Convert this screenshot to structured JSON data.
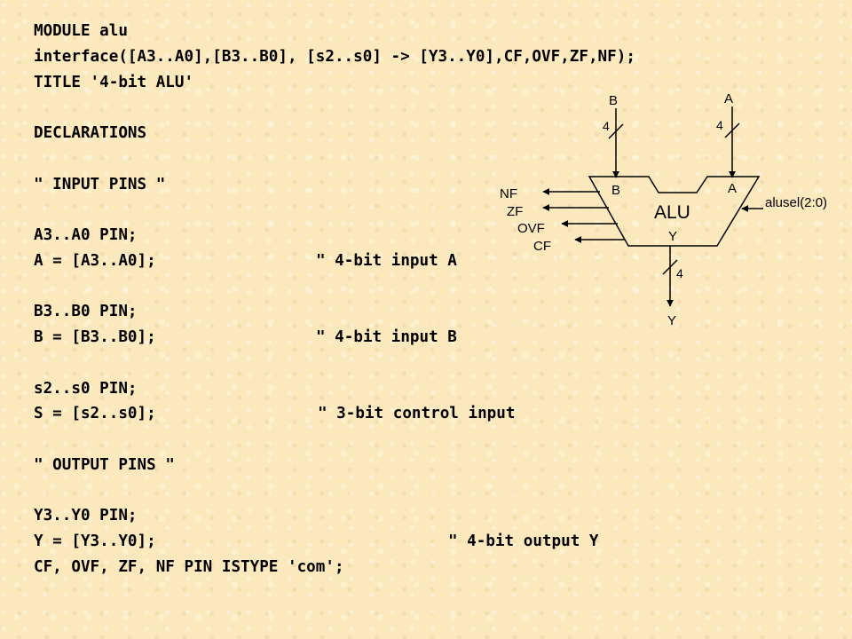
{
  "code_lines": [
    {
      "text": "MODULE alu",
      "comment": ""
    },
    {
      "text": "interface([A3..A0],[B3..B0], [s2..s0] -> [Y3..Y0],CF,OVF,ZF,NF);",
      "comment": ""
    },
    {
      "text": "TITLE '4-bit ALU'",
      "comment": ""
    },
    {
      "text": "",
      "comment": ""
    },
    {
      "text": "DECLARATIONS",
      "comment": ""
    },
    {
      "text": "",
      "comment": ""
    },
    {
      "text": "\" INPUT PINS \"",
      "comment": ""
    },
    {
      "text": "",
      "comment": ""
    },
    {
      "text": "A3..A0 PIN;",
      "comment": ""
    },
    {
      "text": "A = [A3..A0];",
      "comment": "\" 4-bit input A"
    },
    {
      "text": "",
      "comment": ""
    },
    {
      "text": "B3..B0 PIN;",
      "comment": ""
    },
    {
      "text": "B = [B3..B0];",
      "comment": "\" 4-bit input B"
    },
    {
      "text": "",
      "comment": ""
    },
    {
      "text": "s2..s0 PIN;",
      "comment": ""
    },
    {
      "text": "S = [s2..s0];",
      "comment": "\" 3-bit control input"
    },
    {
      "text": "",
      "comment": ""
    },
    {
      "text": "\" OUTPUT PINS \"",
      "comment": ""
    },
    {
      "text": "",
      "comment": ""
    },
    {
      "text": "Y3..Y0 PIN;",
      "comment": ""
    },
    {
      "text": "Y = [Y3..Y0];",
      "comment": "\" 4-bit output Y"
    },
    {
      "text": "CF, OVF, ZF, NF PIN ISTYPE 'com';",
      "comment": ""
    }
  ],
  "diagram": {
    "block_label": "ALU",
    "input_b_label": "B",
    "input_a_label": "A",
    "port_b_label": "B",
    "port_a_label": "A",
    "port_y_label": "Y",
    "output_y_label": "Y",
    "bus_width_b": "4",
    "bus_width_a": "4",
    "bus_width_y": "4",
    "control_label": "alusel(2:0)",
    "flag_labels": [
      "NF",
      "ZF",
      "OVF",
      "CF"
    ]
  }
}
